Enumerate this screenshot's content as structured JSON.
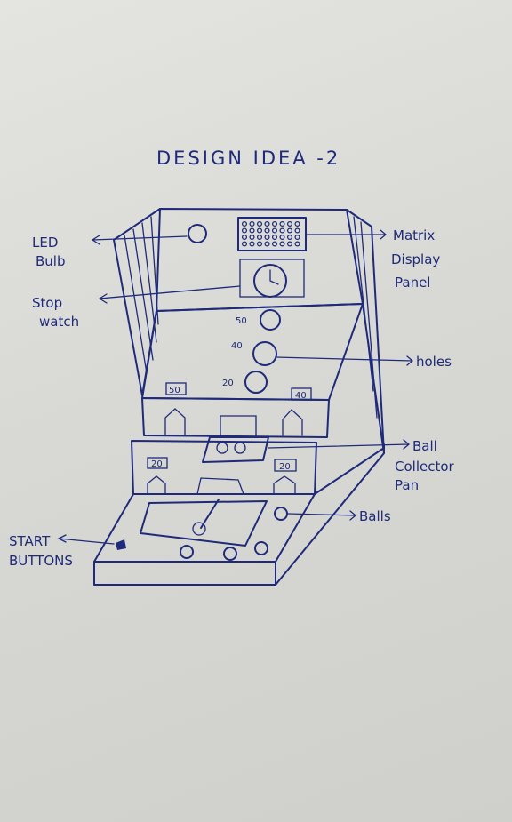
{
  "title": "DESIGN IDEA -2",
  "labels": {
    "led_bulb": [
      "LED",
      "Bulb"
    ],
    "stop_watch": [
      "Stop",
      "watch"
    ],
    "matrix_display": [
      "Matrix",
      "Display",
      "Panel"
    ],
    "holes": "holes",
    "ball_collector": [
      "Ball",
      "Collector",
      "Pan"
    ],
    "balls": "Balls",
    "start_buttons": [
      "START",
      "BUTTONS"
    ]
  },
  "hole_values": [
    "50",
    "40",
    "20"
  ],
  "tray_scores_upper": [
    "50",
    "40"
  ],
  "tray_scores_lower": [
    "20",
    "20"
  ],
  "ink_color": "#1f2a7a"
}
